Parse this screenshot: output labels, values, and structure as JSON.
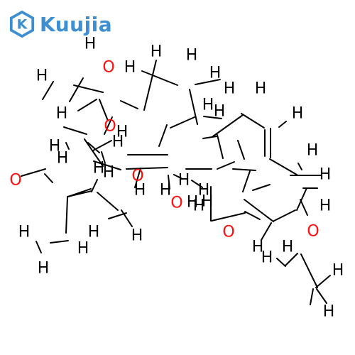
{
  "brand": {
    "name": "Kuujia",
    "logo_letter": "K",
    "color": "#3d8fd1"
  },
  "colors": {
    "bond": "#000000",
    "hydrogen": "#000000",
    "oxygen": "#ff0d0d"
  },
  "atoms": [
    {
      "symbol": "H",
      "element": "hydrogen"
    },
    {
      "symbol": "O",
      "element": "oxygen"
    },
    {
      "symbol": "H",
      "element": "hydrogen"
    },
    {
      "symbol": "H",
      "element": "hydrogen"
    },
    {
      "symbol": "H",
      "element": "hydrogen"
    },
    {
      "symbol": "H",
      "element": "hydrogen"
    },
    {
      "symbol": "H",
      "element": "hydrogen"
    },
    {
      "symbol": "H",
      "element": "hydrogen"
    },
    {
      "symbol": "H",
      "element": "hydrogen"
    },
    {
      "symbol": "H",
      "element": "hydrogen"
    },
    {
      "symbol": "H",
      "element": "hydrogen"
    },
    {
      "symbol": "H",
      "element": "hydrogen"
    },
    {
      "symbol": "H",
      "element": "hydrogen"
    },
    {
      "symbol": "H",
      "element": "hydrogen"
    },
    {
      "symbol": "O",
      "element": "oxygen"
    },
    {
      "symbol": "H",
      "element": "hydrogen"
    },
    {
      "symbol": "H",
      "element": "hydrogen"
    },
    {
      "symbol": "H",
      "element": "hydrogen"
    },
    {
      "symbol": "H",
      "element": "hydrogen"
    },
    {
      "symbol": "O",
      "element": "oxygen"
    },
    {
      "symbol": "H",
      "element": "hydrogen"
    },
    {
      "symbol": "H",
      "element": "hydrogen"
    },
    {
      "symbol": "O",
      "element": "oxygen"
    },
    {
      "symbol": "H",
      "element": "hydrogen"
    },
    {
      "symbol": "H",
      "element": "hydrogen"
    },
    {
      "symbol": "H",
      "element": "hydrogen"
    },
    {
      "symbol": "H",
      "element": "hydrogen"
    },
    {
      "symbol": "O",
      "element": "oxygen"
    },
    {
      "symbol": "H",
      "element": "hydrogen"
    },
    {
      "symbol": "H",
      "element": "hydrogen"
    },
    {
      "symbol": "H",
      "element": "hydrogen"
    },
    {
      "symbol": "H",
      "element": "hydrogen"
    },
    {
      "symbol": "O",
      "element": "oxygen"
    },
    {
      "symbol": "H",
      "element": "hydrogen"
    },
    {
      "symbol": "H",
      "element": "hydrogen"
    },
    {
      "symbol": "H",
      "element": "hydrogen"
    },
    {
      "symbol": "H",
      "element": "hydrogen"
    },
    {
      "symbol": "O",
      "element": "oxygen"
    },
    {
      "symbol": "H",
      "element": "hydrogen"
    },
    {
      "symbol": "H",
      "element": "hydrogen"
    },
    {
      "symbol": "H",
      "element": "hydrogen"
    },
    {
      "symbol": "H",
      "element": "hydrogen"
    },
    {
      "symbol": "H",
      "element": "hydrogen"
    },
    {
      "symbol": "H",
      "element": "hydrogen"
    },
    {
      "symbol": "H",
      "element": "hydrogen"
    }
  ]
}
